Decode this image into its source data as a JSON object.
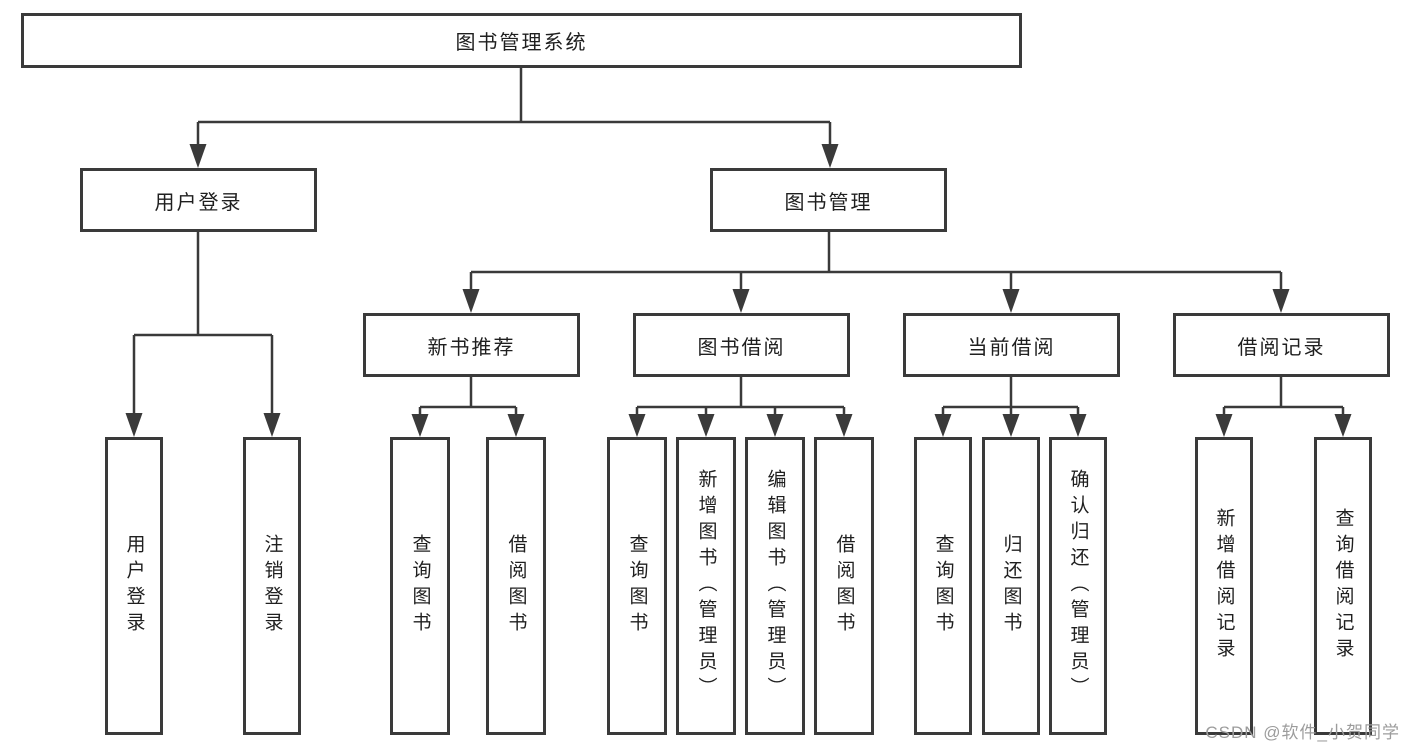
{
  "tree": {
    "label": "图书管理系统",
    "children": [
      {
        "label": "用户登录",
        "children": [
          {
            "label": "用户登录"
          },
          {
            "label": "注销登录"
          }
        ]
      },
      {
        "label": "图书管理",
        "children": [
          {
            "label": "新书推荐",
            "children": [
              {
                "label": "查询图书"
              },
              {
                "label": "借阅图书"
              }
            ]
          },
          {
            "label": "图书借阅",
            "children": [
              {
                "label": "查询图书"
              },
              {
                "label": "新增图书（管理员）"
              },
              {
                "label": "编辑图书（管理员）"
              },
              {
                "label": "借阅图书"
              }
            ]
          },
          {
            "label": "当前借阅",
            "children": [
              {
                "label": "查询图书"
              },
              {
                "label": "归还图书"
              },
              {
                "label": "确认归还（管理员）"
              }
            ]
          },
          {
            "label": "借阅记录",
            "children": [
              {
                "label": "新增借阅记录"
              },
              {
                "label": "查询借阅记录"
              }
            ]
          }
        ]
      }
    ]
  },
  "watermark": {
    "text": "CSDN @软件_小贺同学"
  },
  "colors": {
    "line": "#3a3a3a",
    "text": "#1f1f1f",
    "watermark": "#9c9c9c",
    "node_bg": "#ffffff",
    "background": "#ffffff"
  }
}
